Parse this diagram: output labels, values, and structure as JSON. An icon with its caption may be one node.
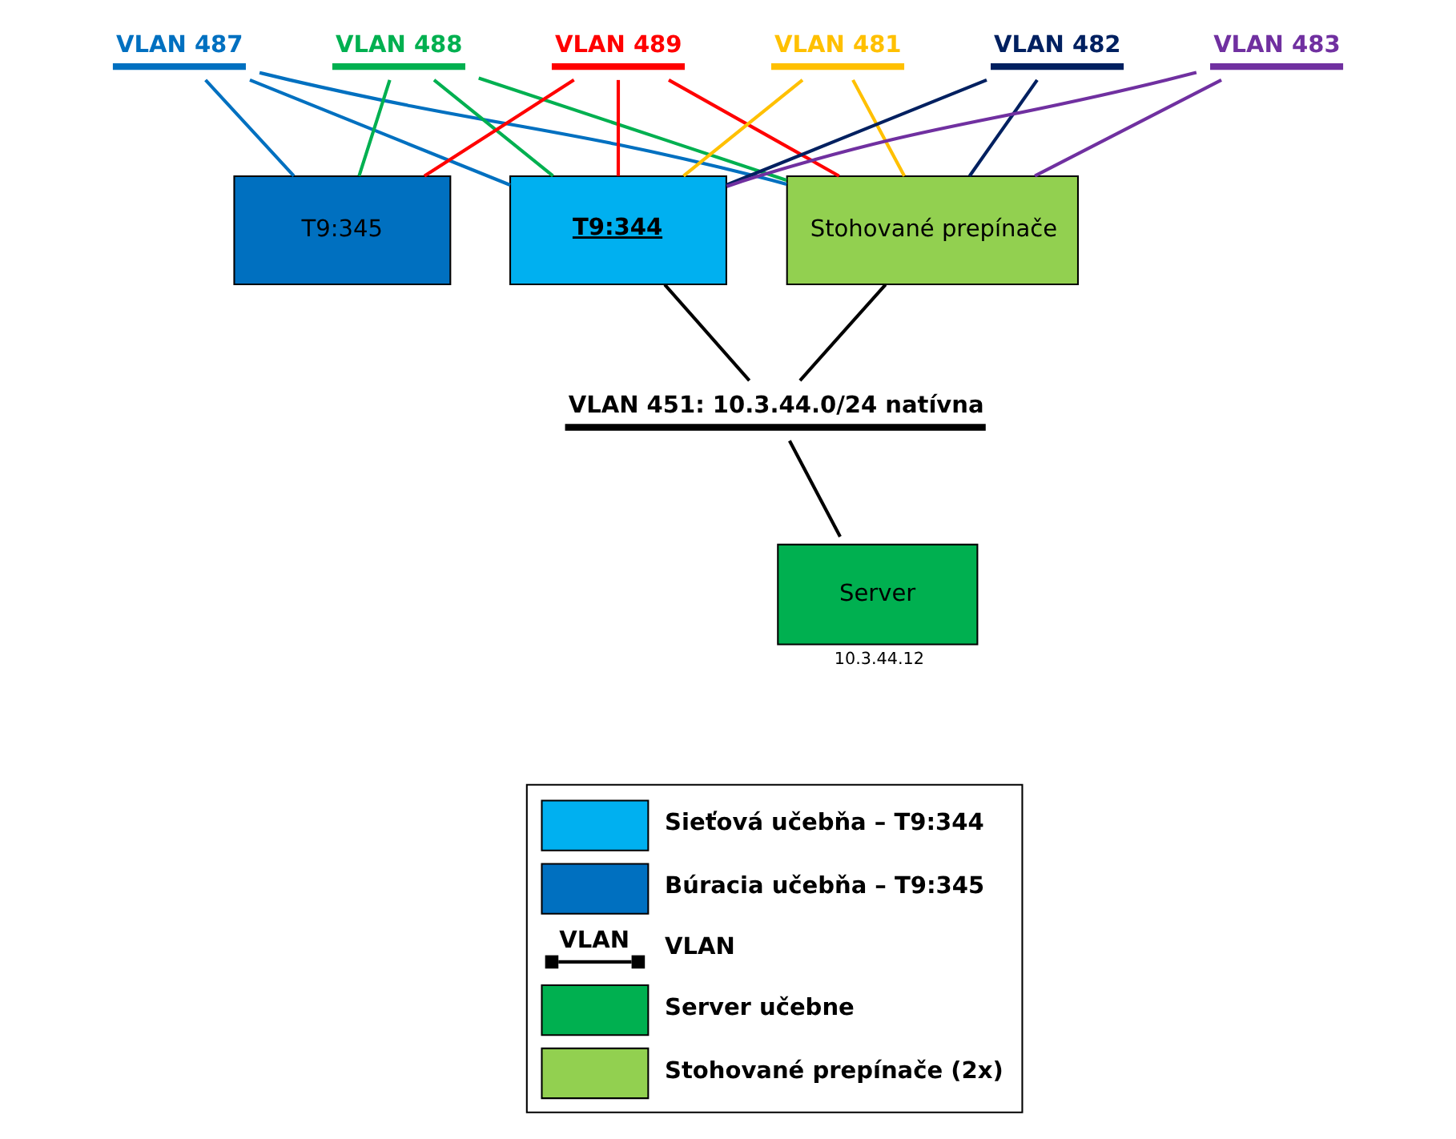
{
  "diagram": {
    "nodes": [
      {
        "text": [
          "VLAN 487"
        ]
      },
      {
        "text": [
          "VLAN 488"
        ]
      },
      {
        "text": [
          "VLAN 489"
        ]
      },
      {
        "text": [
          "VLAN 481"
        ]
      },
      {
        "text": [
          "VLAN 482"
        ]
      },
      {
        "text": [
          "VLAN 483"
        ]
      },
      {
        "text": [
          "T9:344"
        ]
      },
      {
        "text": [
          "T9:345"
        ]
      },
      {
        "text": [
          "Stohované prepínače"
        ]
      },
      {
        "text": [
          "VLAN 451: 10.3.44.0/24 natívna"
        ]
      },
      {
        "text": [
          "Server"
        ],
        "beside": [
          "10.3.44.12"
        ]
      }
    ],
    "edges": [
      {
        "from": 0,
        "to": 6,
        "arrow": "none",
        "color": "#0070c0"
      },
      {
        "from": 0,
        "to": 8,
        "arrow": "none",
        "color": "#0070c0"
      },
      {
        "from": 0,
        "to": 7,
        "arrow": "none",
        "color": "#0070c0"
      },
      {
        "from": 1,
        "to": 6,
        "arrow": "none",
        "color": "#00b050"
      },
      {
        "from": 1,
        "to": 8,
        "arrow": "none",
        "color": "#00b050"
      },
      {
        "from": 1,
        "to": 7,
        "arrow": "none",
        "color": "#00b050"
      },
      {
        "from": 2,
        "to": 6,
        "arrow": "none",
        "color": "#ff0000"
      },
      {
        "from": 2,
        "to": 8,
        "arrow": "none",
        "color": "#ff0000"
      },
      {
        "from": 2,
        "to": 7,
        "arrow": "none",
        "color": "#ff0000"
      },
      {
        "from": 3,
        "to": 6,
        "arrow": "none",
        "color": "#ffc000"
      },
      {
        "from": 4,
        "to": 6,
        "arrow": "none",
        "color": "#002060"
      },
      {
        "from": 5,
        "to": 6,
        "arrow": "none",
        "color": "#7030a0"
      },
      {
        "from": 5,
        "to": 8,
        "arrow": "none",
        "color": "#7030a0"
      },
      {
        "from": 4,
        "to": 8,
        "arrow": "none",
        "color": "#002060"
      },
      {
        "from": 3,
        "to": 8,
        "arrow": "none",
        "color": "#ffc000"
      },
      {
        "from": 6,
        "to": 9,
        "arrow": "none",
        "color": "#000000"
      },
      {
        "from": 8,
        "to": 9,
        "arrow": "none",
        "color": "#000000"
      },
      {
        "from": 9,
        "to": 10,
        "arrow": "none",
        "color": "#000000"
      }
    ],
    "labels": [
      "VLAN"
    ],
    "legend": [
      {
        "text": "Sieťová učebňa – T9:344",
        "color": "#00b0f0"
      },
      {
        "text": "Búracia učebňa – T9:345",
        "color": "#0070c0"
      },
      {
        "text": "VLAN"
      },
      {
        "text": "Server učebne",
        "color": "#00b050"
      },
      {
        "text": "Stohované prepínače (2x)",
        "color": "#92d050"
      }
    ]
  }
}
